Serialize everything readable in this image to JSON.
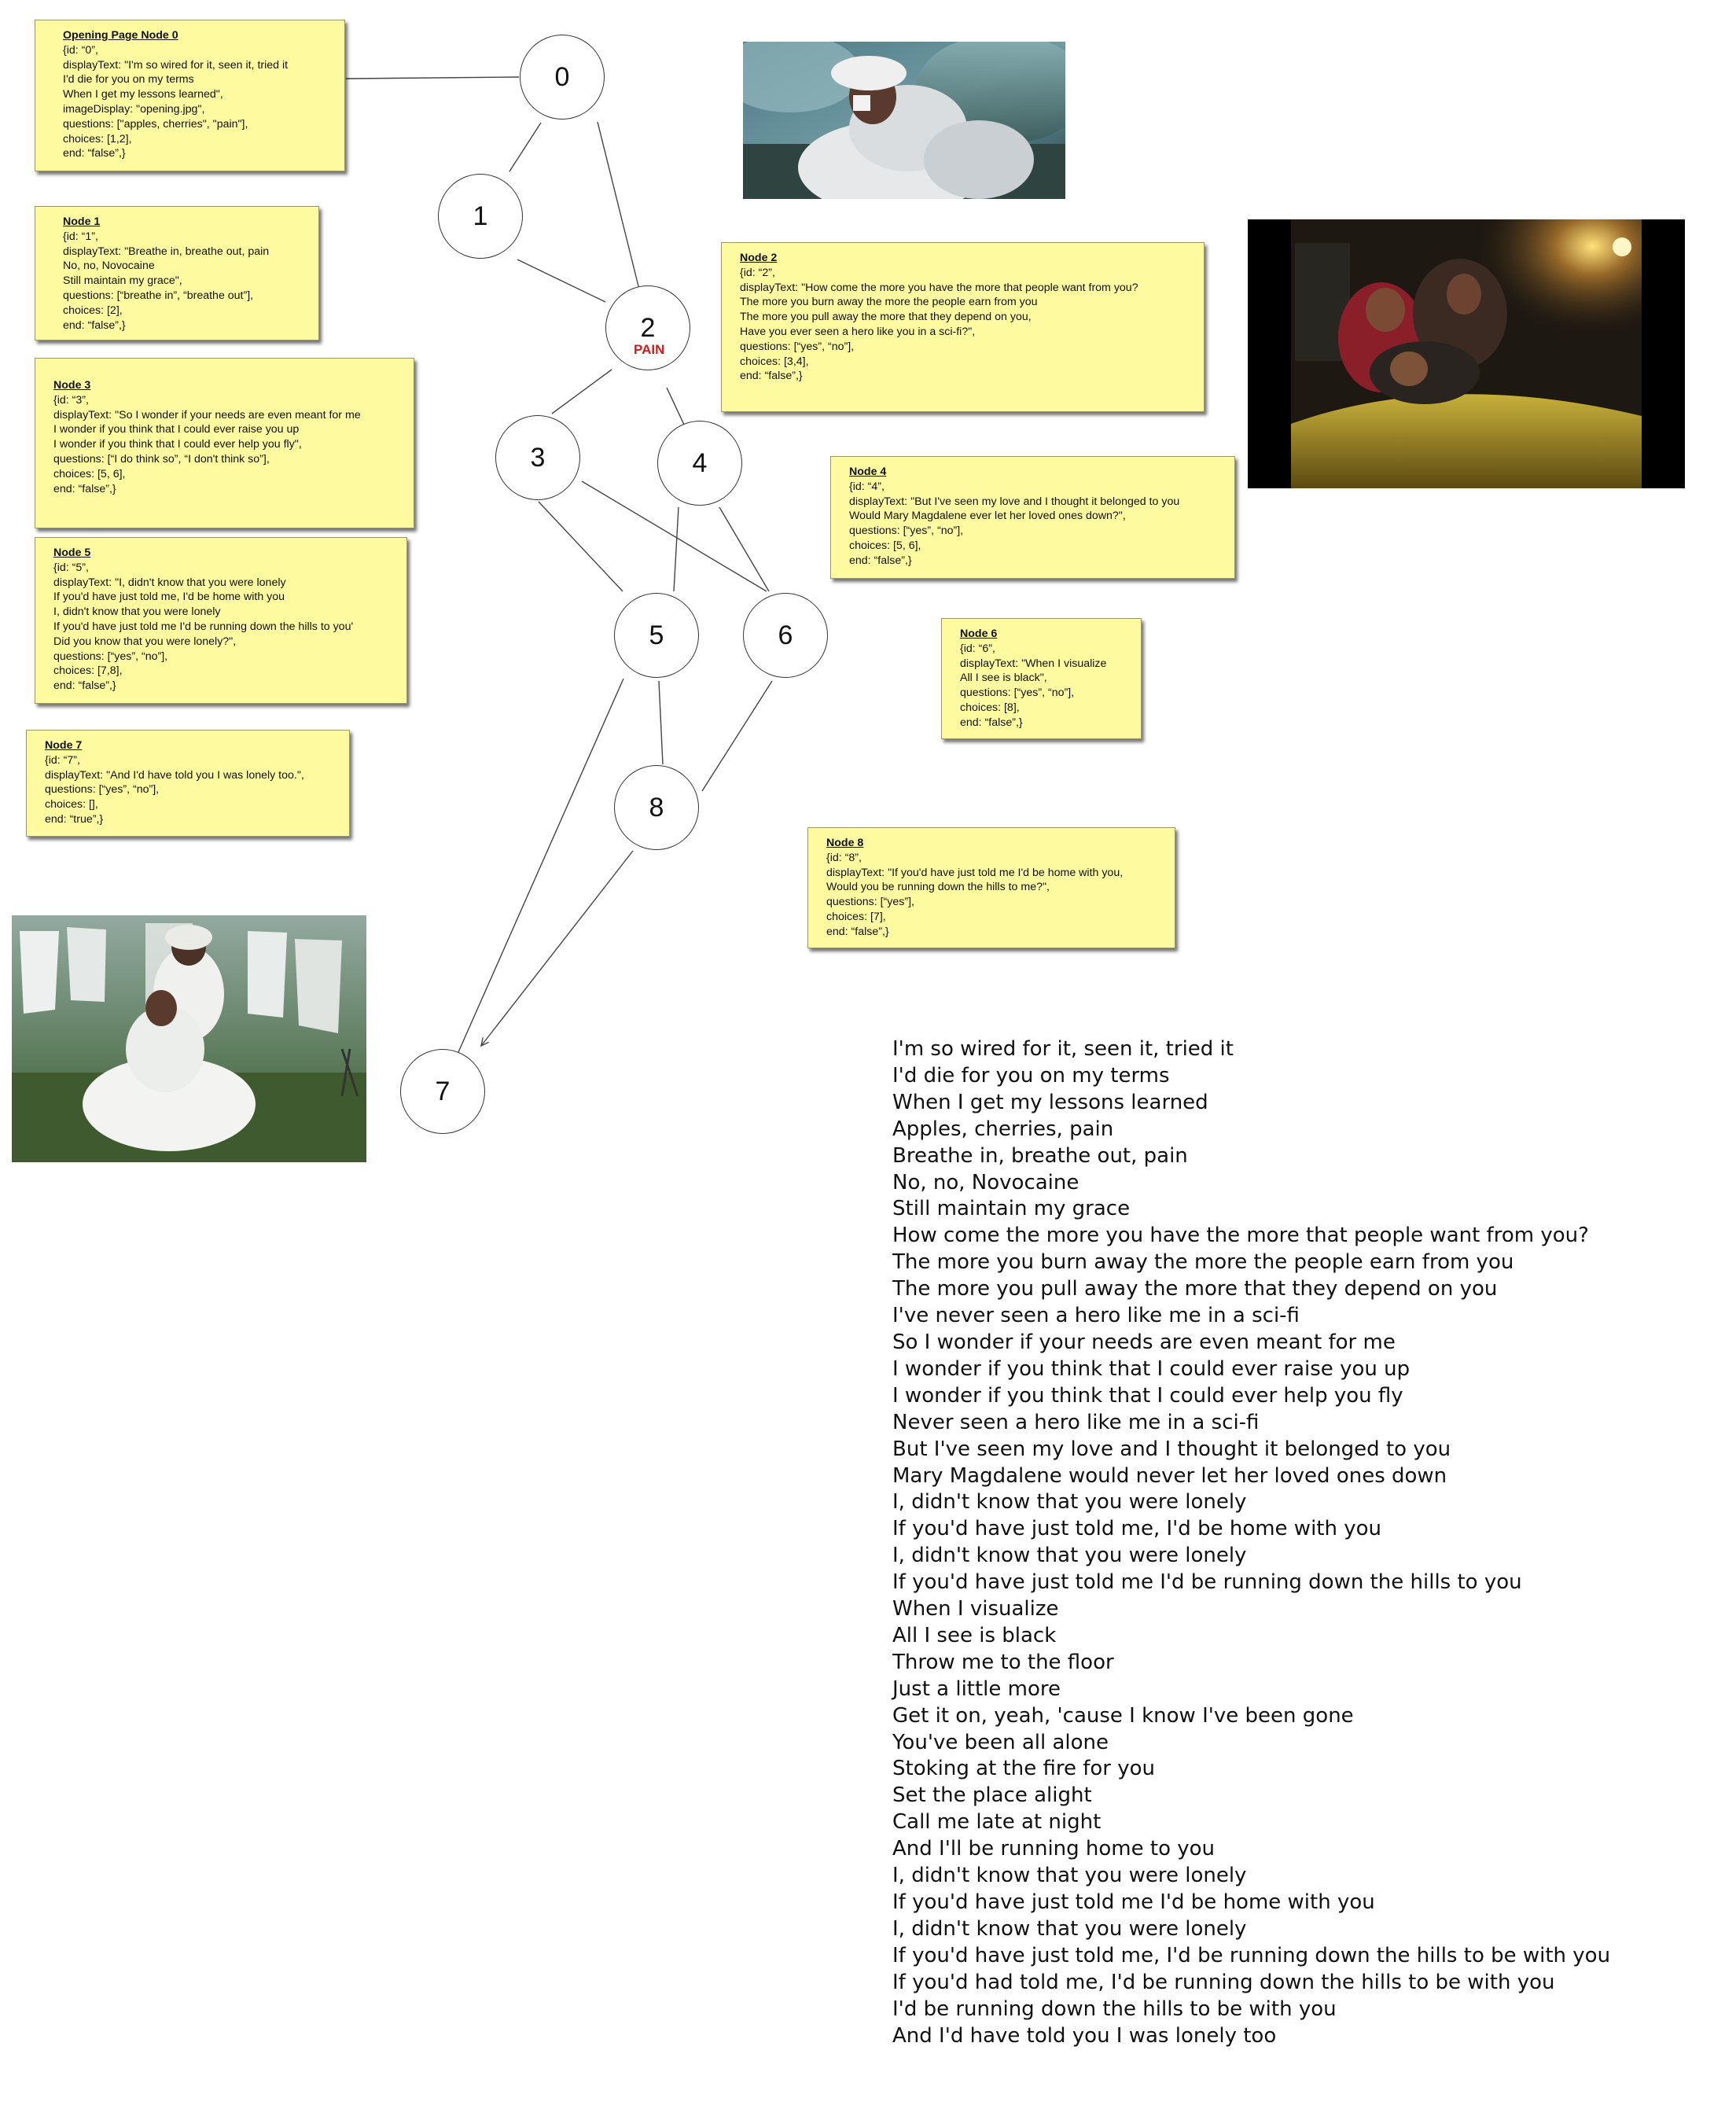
{
  "nodes": [
    {
      "label": "0"
    },
    {
      "label": "1"
    },
    {
      "label": "2"
    },
    {
      "label": "3"
    },
    {
      "label": "4"
    },
    {
      "label": "5"
    },
    {
      "label": "6"
    },
    {
      "label": "7"
    },
    {
      "label": "8"
    }
  ],
  "pain_label": "PAIN",
  "notes": [
    {
      "title": "Opening Page Node 0",
      "lines": [
        "{id: “0”,",
        "displayText: \"I'm so wired for it, seen it, tried it",
        "I'd die for you on my terms",
        "When I get my lessons learned\",",
        "imageDisplay: \"opening.jpg\",",
        "questions: [\"apples, cherries\", \"pain\"],",
        "choices: [1,2],",
        "end: “false”,}"
      ]
    },
    {
      "title": "Node 1",
      "lines": [
        "{id: “1”,",
        "displayText: \"Breathe in, breathe out, pain",
        "No, no, Novocaine",
        "Still maintain my grace\",",
        "questions: [“breathe in”, “breathe out”],",
        "choices: [2],",
        "end: “false”,}"
      ]
    },
    {
      "title": "Node 2",
      "lines": [
        "{id: “2”,",
        "displayText: \"How come the more you have the more that people want from you?",
        "The more you burn away the more the people earn from you",
        "The more you pull away the more that they depend on you,",
        "Have you ever seen a hero like you in a sci-fi?\",",
        "questions: [“yes”, “no”],",
        "choices: [3,4],",
        "end: “false”,}"
      ]
    },
    {
      "title": "Node 3",
      "lines": [
        "{id: “3”,",
        "displayText: \"So I wonder if your needs are even meant for me",
        "I wonder if you think that I could ever raise you up",
        "I wonder if you think that I could ever help you fly\",",
        "questions: [“I do think so”, “I don't think so”],",
        "choices: [5, 6],",
        "end: “false”,}"
      ]
    },
    {
      "title": "Node 4",
      "lines": [
        "{id: “4”,",
        "displayText: \"But I've seen my love and I thought it belonged to you",
        "Would Mary Magdalene ever let her loved ones down?\",",
        "questions: [“yes”, “no”],",
        "choices: [5, 6],",
        "end: “false”,}"
      ]
    },
    {
      "title": "Node 5",
      "lines": [
        "{id: “5”,",
        "displayText: \"I, didn't know that you were lonely",
        "If you'd have just told me, I'd be home with you",
        "I, didn't know that you were lonely",
        "If you'd have just told me I'd be running down the hills to you'",
        "Did you know that you were lonely?\",",
        "questions: [“yes”, “no”],",
        "choices: [7,8],",
        "end: “false”,}"
      ]
    },
    {
      "title": "Node 6",
      "lines": [
        "{id: “6”,",
        "displayText: \"When I visualize",
        "All I see is black\",",
        "questions: [“yes”, “no”],",
        "choices: [8],",
        "end: “false”,}"
      ]
    },
    {
      "title": "Node 7",
      "lines": [
        "{id: “7”,",
        "displayText: \"And I'd have told you I was lonely too.\",",
        "questions: [“yes”, “no”],",
        "choices: [],",
        "end: “true”,}"
      ]
    },
    {
      "title": "Node 8",
      "lines": [
        "{id: “8”,",
        "displayText: \"If you'd have just told me I'd be home with you,",
        "Would you be running down the hills to me?\",",
        "questions: [“yes”],",
        "choices: [7],",
        "end: “false”,}"
      ]
    }
  ],
  "lyrics": [
    "I'm so wired for it, seen it, tried it",
    "I'd die for you on my terms",
    "When I get my lessons learned",
    "Apples, cherries, pain",
    "Breathe in, breathe out, pain",
    "No, no, Novocaine",
    "Still maintain my grace",
    "How come the more you have the more that people want from you?",
    "The more you burn away the more the people earn from you",
    "The more you pull away the more that they depend on you",
    "I've never seen a hero like me in a sci-fi",
    "So I wonder if your needs are even meant for me",
    "I wonder if you think that I could ever raise you up",
    "I wonder if you think that I could ever help you fly",
    "Never seen a hero like me in a sci-fi",
    "But I've seen my love and I thought it belonged to you",
    "Mary Magdalene would never let her loved ones down",
    "I, didn't know that you were lonely",
    "If you'd have just told me, I'd be home with you",
    "I, didn't know that you were lonely",
    "If you'd have just told me I'd be running down the hills to you",
    "When I visualize",
    "All I see is black",
    "Throw me to the floor",
    "Just a little more",
    "Get it on, yeah, 'cause I know I've been gone",
    "You've been all alone",
    "Stoking at the fire for you",
    "Set the place alight",
    "Call me late at night",
    "And I'll be running home to you",
    "I, didn't know that you were lonely",
    "If you'd have just told me I'd be home with you",
    "I, didn't know that you were lonely",
    "If you'd have just told me, I'd be running down the hills to be with you",
    "If you'd had told me, I'd be running down the hills to be with you",
    "I'd be running down the hills to be with you",
    "And I'd have told you I was lonely too"
  ]
}
